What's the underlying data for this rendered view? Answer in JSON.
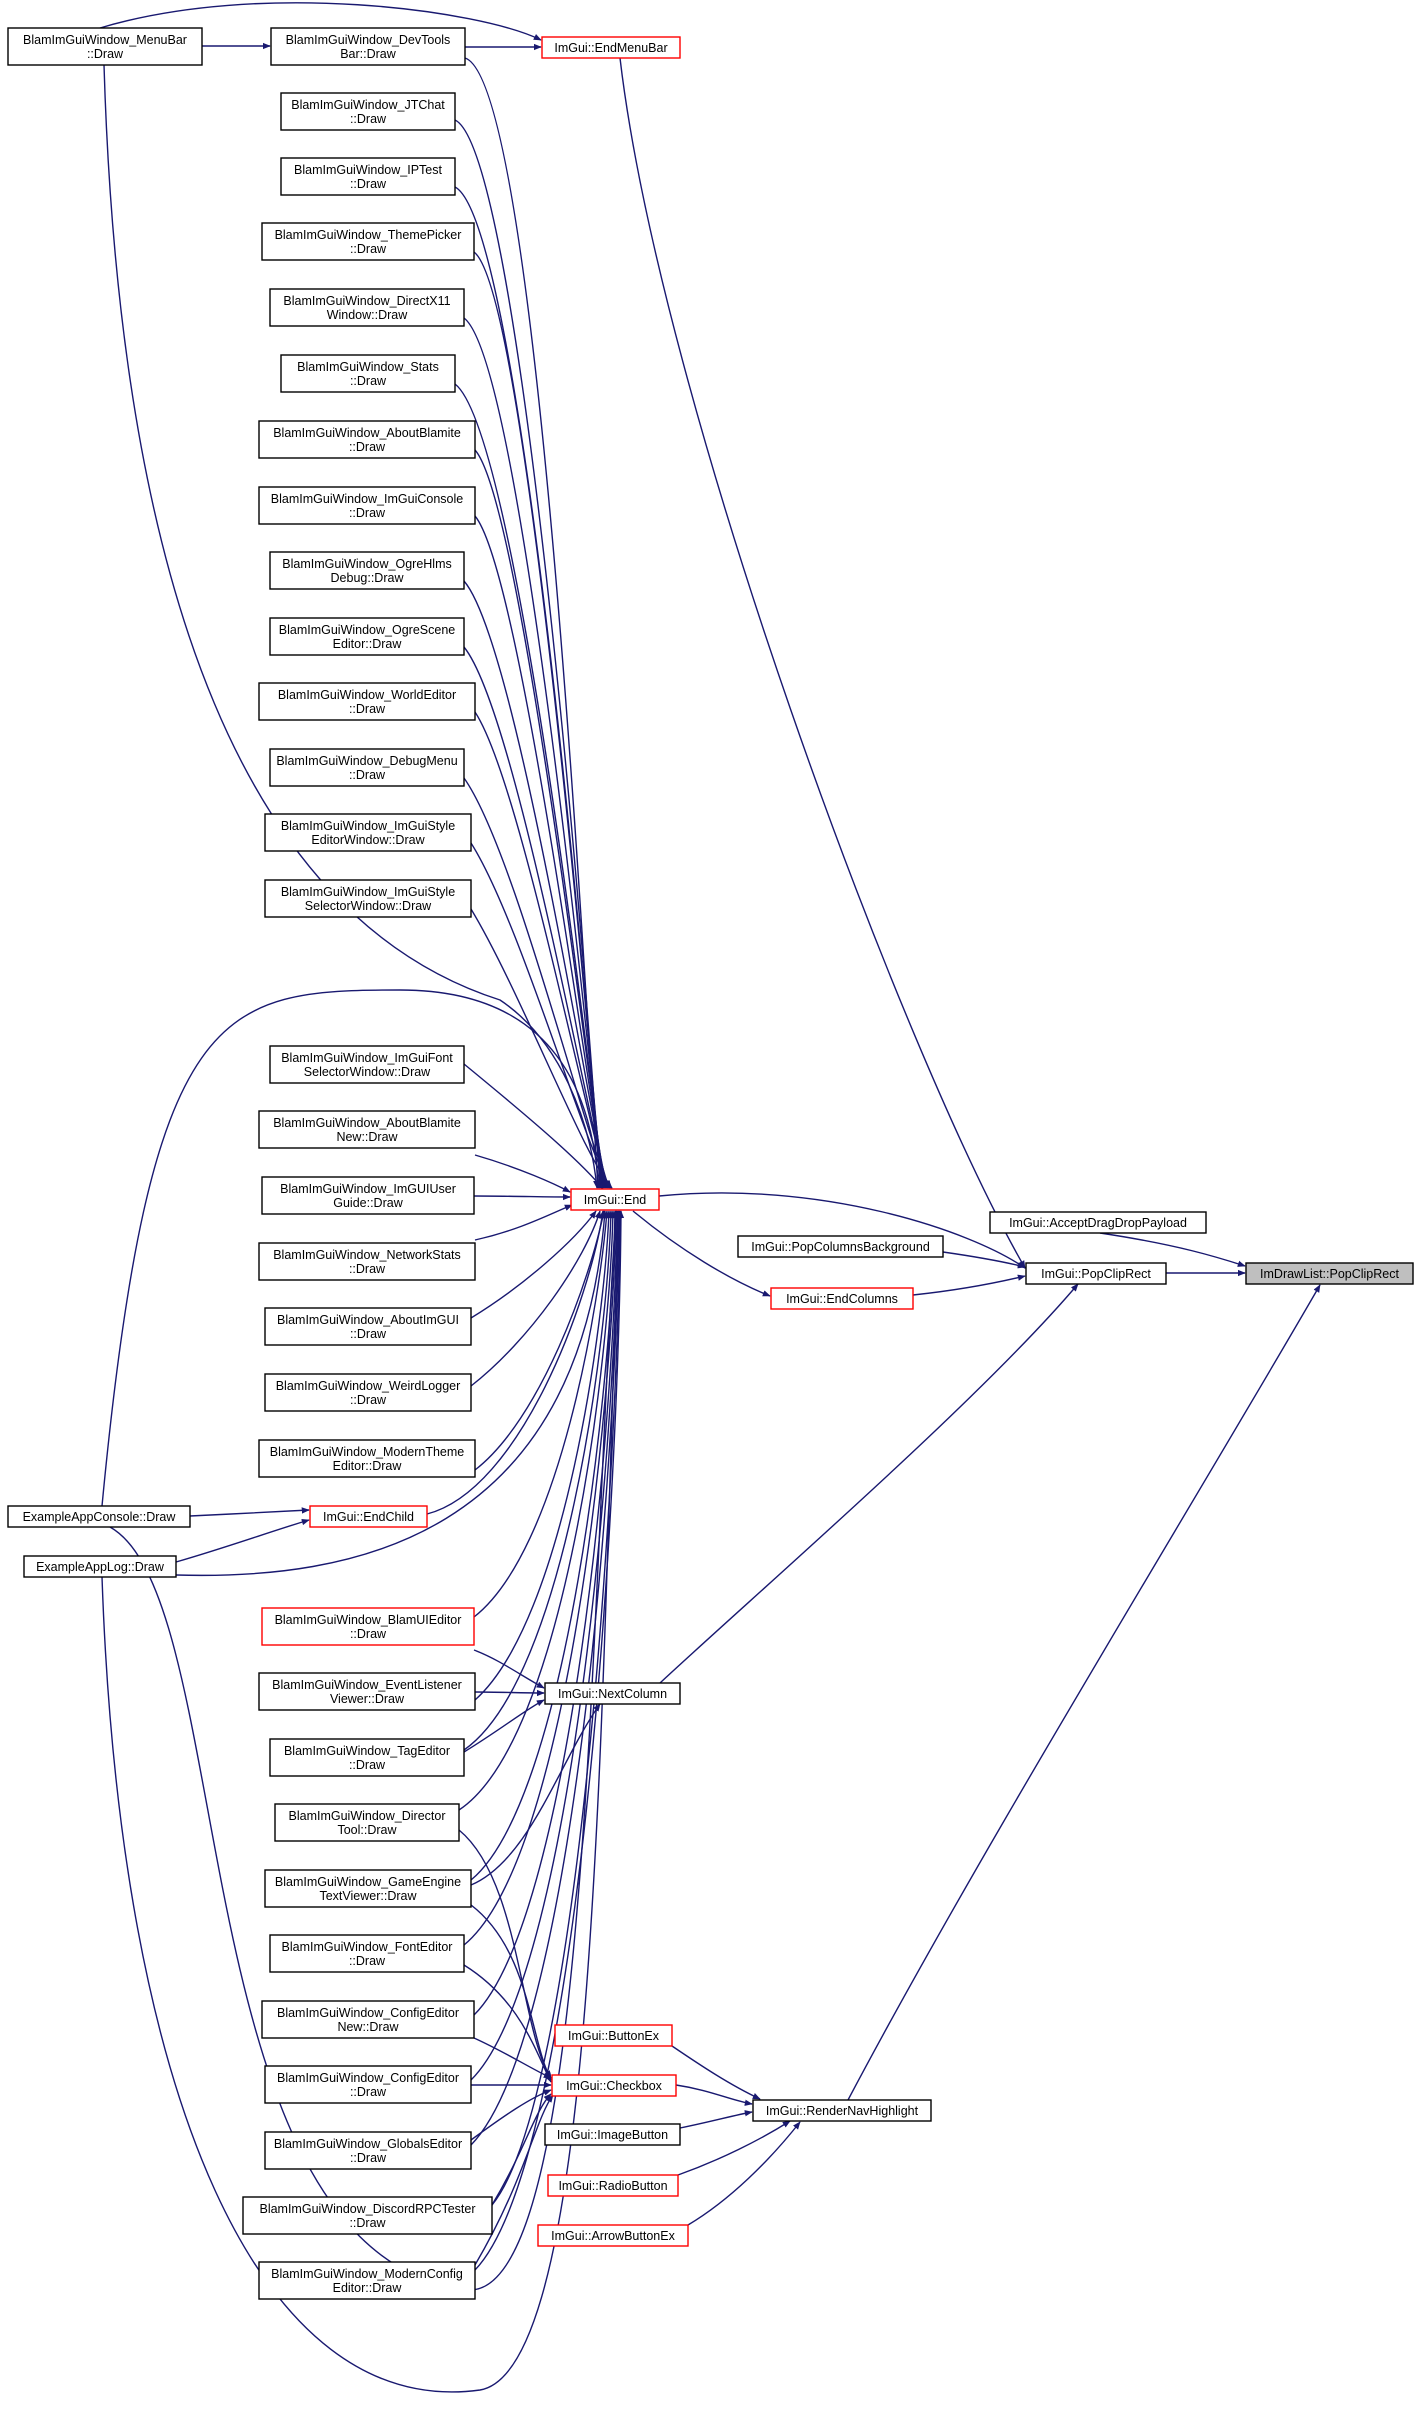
{
  "colors": {
    "edge": "#191970",
    "normal_border": "#000000",
    "truncated_border": "#ff0000",
    "focus_fill": "#bfbfbf",
    "node_fill": "#ffffff"
  },
  "nodes": [
    {
      "id": "n0",
      "lines": [
        "BlamImGuiWindow_MenuBar",
        "::Draw"
      ],
      "kind": "normal"
    },
    {
      "id": "n1",
      "lines": [
        "BlamImGuiWindow_DevTools",
        "Bar::Draw"
      ],
      "kind": "normal"
    },
    {
      "id": "n2",
      "lines": [
        "ImGui::EndMenuBar"
      ],
      "kind": "truncated"
    },
    {
      "id": "n3",
      "lines": [
        "BlamImGuiWindow_JTChat",
        "::Draw"
      ],
      "kind": "normal"
    },
    {
      "id": "n4",
      "lines": [
        "BlamImGuiWindow_IPTest",
        "::Draw"
      ],
      "kind": "normal"
    },
    {
      "id": "n5",
      "lines": [
        "BlamImGuiWindow_ThemePicker",
        "::Draw"
      ],
      "kind": "normal"
    },
    {
      "id": "n6",
      "lines": [
        "BlamImGuiWindow_DirectX11",
        "Window::Draw"
      ],
      "kind": "normal"
    },
    {
      "id": "n7",
      "lines": [
        "BlamImGuiWindow_Stats",
        "::Draw"
      ],
      "kind": "normal"
    },
    {
      "id": "n8",
      "lines": [
        "BlamImGuiWindow_AboutBlamite",
        "::Draw"
      ],
      "kind": "normal"
    },
    {
      "id": "n9",
      "lines": [
        "BlamImGuiWindow_ImGuiConsole",
        "::Draw"
      ],
      "kind": "normal"
    },
    {
      "id": "n10",
      "lines": [
        "BlamImGuiWindow_OgreHlms",
        "Debug::Draw"
      ],
      "kind": "normal"
    },
    {
      "id": "n11",
      "lines": [
        "BlamImGuiWindow_OgreScene",
        "Editor::Draw"
      ],
      "kind": "normal"
    },
    {
      "id": "n12",
      "lines": [
        "BlamImGuiWindow_WorldEditor",
        "::Draw"
      ],
      "kind": "normal"
    },
    {
      "id": "n13",
      "lines": [
        "BlamImGuiWindow_DebugMenu",
        "::Draw"
      ],
      "kind": "normal"
    },
    {
      "id": "n14",
      "lines": [
        "BlamImGuiWindow_ImGuiStyle",
        "EditorWindow::Draw"
      ],
      "kind": "normal"
    },
    {
      "id": "n15",
      "lines": [
        "BlamImGuiWindow_ImGuiStyle",
        "SelectorWindow::Draw"
      ],
      "kind": "normal"
    },
    {
      "id": "n16",
      "lines": [
        "BlamImGuiWindow_ImGuiFont",
        "SelectorWindow::Draw"
      ],
      "kind": "normal"
    },
    {
      "id": "n17",
      "lines": [
        "BlamImGuiWindow_AboutBlamite",
        "New::Draw"
      ],
      "kind": "normal"
    },
    {
      "id": "n18",
      "lines": [
        "BlamImGuiWindow_ImGUIUser",
        "Guide::Draw"
      ],
      "kind": "normal"
    },
    {
      "id": "n19",
      "lines": [
        "BlamImGuiWindow_NetworkStats",
        "::Draw"
      ],
      "kind": "normal"
    },
    {
      "id": "n20",
      "lines": [
        "BlamImGuiWindow_AboutImGUI",
        "::Draw"
      ],
      "kind": "normal"
    },
    {
      "id": "n21",
      "lines": [
        "BlamImGuiWindow_WeirdLogger",
        "::Draw"
      ],
      "kind": "normal"
    },
    {
      "id": "n22",
      "lines": [
        "BlamImGuiWindow_ModernTheme",
        "Editor::Draw"
      ],
      "kind": "normal"
    },
    {
      "id": "n23",
      "lines": [
        "ImGui::End"
      ],
      "kind": "truncated"
    },
    {
      "id": "n24",
      "lines": [
        "ExampleAppConsole::Draw"
      ],
      "kind": "normal"
    },
    {
      "id": "n25",
      "lines": [
        "ExampleAppLog::Draw"
      ],
      "kind": "normal"
    },
    {
      "id": "n26",
      "lines": [
        "ImGui::EndChild"
      ],
      "kind": "truncated"
    },
    {
      "id": "n27",
      "lines": [
        "BlamImGuiWindow_BlamUIEditor",
        "::Draw"
      ],
      "kind": "truncated"
    },
    {
      "id": "n28",
      "lines": [
        "BlamImGuiWindow_EventListener",
        "Viewer::Draw"
      ],
      "kind": "normal"
    },
    {
      "id": "n29",
      "lines": [
        "BlamImGuiWindow_TagEditor",
        "::Draw"
      ],
      "kind": "normal"
    },
    {
      "id": "n30",
      "lines": [
        "BlamImGuiWindow_Director",
        "Tool::Draw"
      ],
      "kind": "normal"
    },
    {
      "id": "n31",
      "lines": [
        "BlamImGuiWindow_GameEngine",
        "TextViewer::Draw"
      ],
      "kind": "normal"
    },
    {
      "id": "n32",
      "lines": [
        "BlamImGuiWindow_FontEditor",
        "::Draw"
      ],
      "kind": "normal"
    },
    {
      "id": "n33",
      "lines": [
        "BlamImGuiWindow_ConfigEditor",
        "New::Draw"
      ],
      "kind": "normal"
    },
    {
      "id": "n34",
      "lines": [
        "BlamImGuiWindow_ConfigEditor",
        "::Draw"
      ],
      "kind": "normal"
    },
    {
      "id": "n35",
      "lines": [
        "BlamImGuiWindow_GlobalsEditor",
        "::Draw"
      ],
      "kind": "normal"
    },
    {
      "id": "n36",
      "lines": [
        "BlamImGuiWindow_DiscordRPCTester",
        "::Draw"
      ],
      "kind": "normal"
    },
    {
      "id": "n37",
      "lines": [
        "BlamImGuiWindow_ModernConfig",
        "Editor::Draw"
      ],
      "kind": "normal"
    },
    {
      "id": "n38",
      "lines": [
        "ImGui::NextColumn"
      ],
      "kind": "normal"
    },
    {
      "id": "n39",
      "lines": [
        "ImGui::Checkbox"
      ],
      "kind": "truncated"
    },
    {
      "id": "n40",
      "lines": [
        "ImGui::ButtonEx"
      ],
      "kind": "truncated"
    },
    {
      "id": "n41",
      "lines": [
        "ImGui::ImageButton"
      ],
      "kind": "normal"
    },
    {
      "id": "n42",
      "lines": [
        "ImGui::RadioButton"
      ],
      "kind": "truncated"
    },
    {
      "id": "n43",
      "lines": [
        "ImGui::ArrowButtonEx"
      ],
      "kind": "truncated"
    },
    {
      "id": "n44",
      "lines": [
        "ImGui::RenderNavHighlight"
      ],
      "kind": "normal"
    },
    {
      "id": "n45",
      "lines": [
        "ImGui::PopColumnsBackground"
      ],
      "kind": "normal"
    },
    {
      "id": "n46",
      "lines": [
        "ImGui::EndColumns"
      ],
      "kind": "truncated"
    },
    {
      "id": "n47",
      "lines": [
        "ImGui::AcceptDragDropPayload"
      ],
      "kind": "normal"
    },
    {
      "id": "n48",
      "lines": [
        "ImGui::PopClipRect"
      ],
      "kind": "normal"
    },
    {
      "id": "n49",
      "lines": [
        "ImDrawList::PopClipRect"
      ],
      "kind": "focus"
    }
  ]
}
